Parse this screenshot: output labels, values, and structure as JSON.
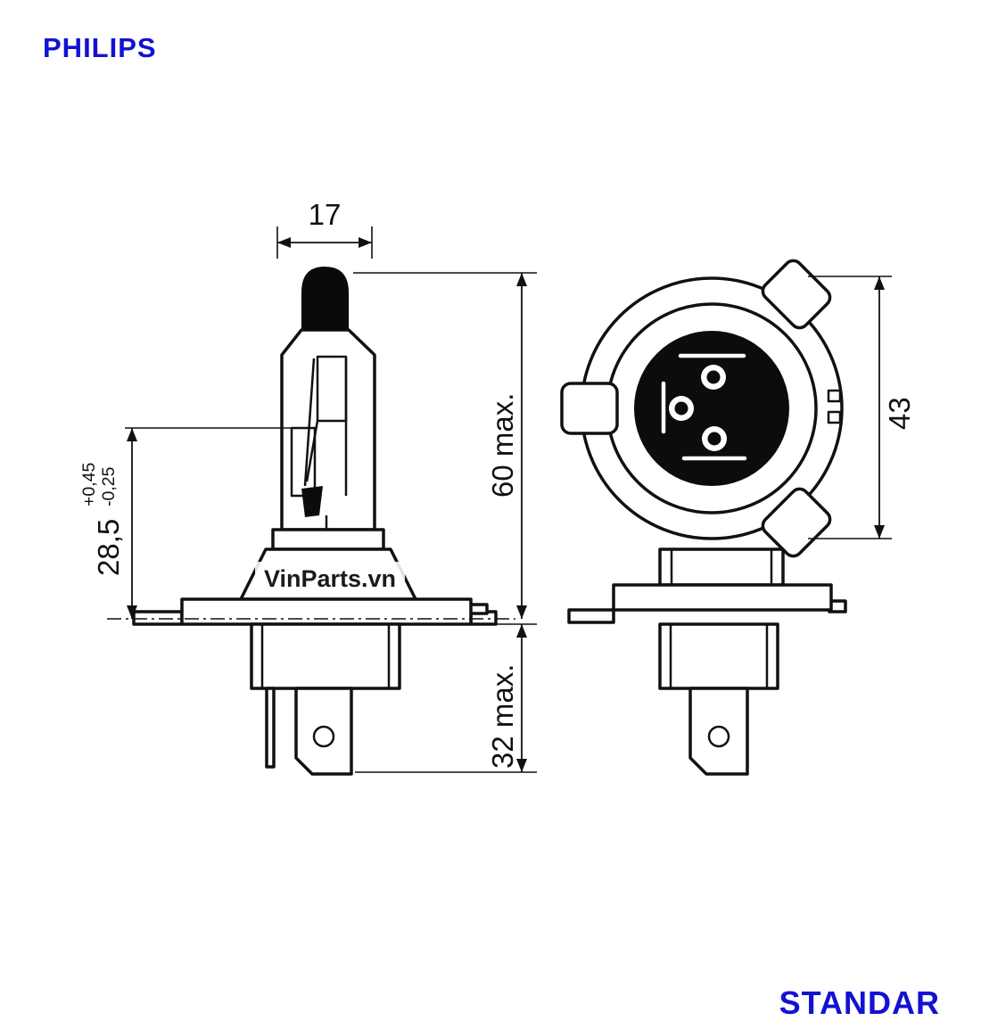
{
  "brand": "PHILIPS",
  "edition": "STANDAR",
  "watermark": "VinParts.vn",
  "colors": {
    "brand_blue": "#1212d2",
    "line_black": "#111111",
    "background": "#ffffff"
  },
  "dims": {
    "bulb_tip_width": "17",
    "light_center_length": "28,5",
    "tolerance_plus": "+0,45",
    "tolerance_minus": "-0,25",
    "overall_length": "60 max.",
    "base_length": "32 max.",
    "flange_diameter": "43"
  }
}
